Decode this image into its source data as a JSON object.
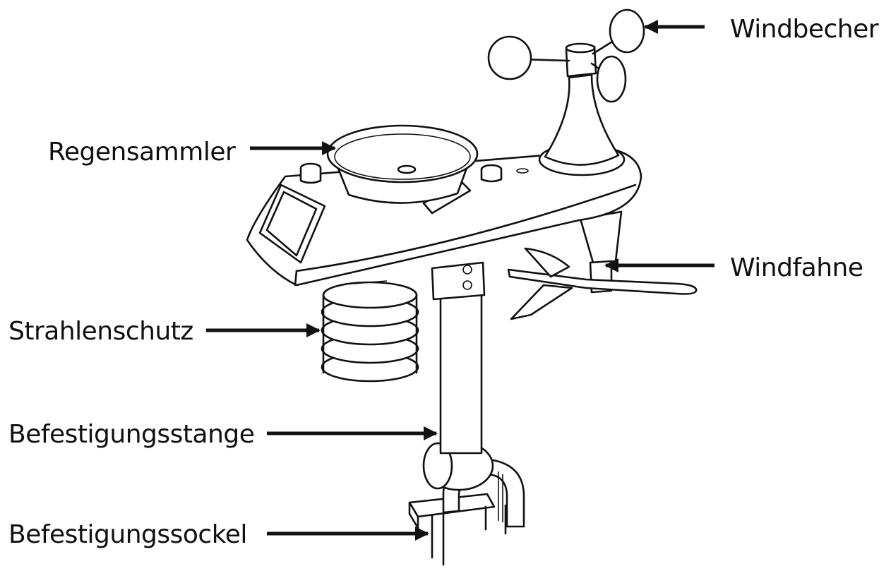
{
  "diagram": {
    "labels": {
      "windbecher": "Windbecher",
      "regensammler": "Regensammler",
      "windfahne": "Windfahne",
      "strahlenschutz": "Strahlenschutz",
      "befestigungsstange": "Befestigungsstange",
      "befestigungssockel": "Befestigungssockel"
    },
    "line_color": "#111111",
    "background_color": "#ffffff"
  }
}
